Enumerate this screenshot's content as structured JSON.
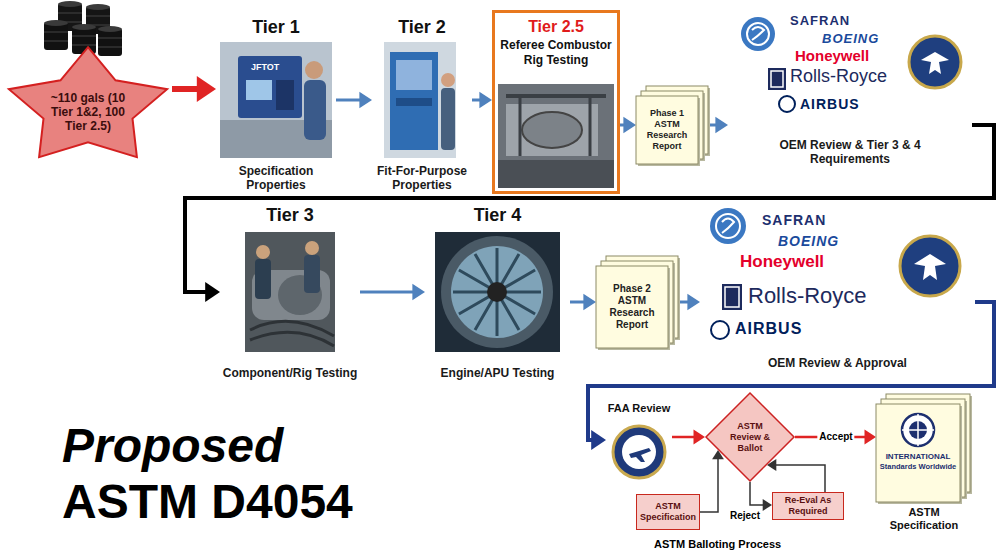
{
  "diagram": {
    "title": "Proposed ASTM D4054",
    "nodes": [
      {
        "text": [
          "~110 gals (10 Tier 1&2, 100 Tier 2.5)"
        ]
      },
      {
        "text": [
          "Tier 1",
          "Specification Properties"
        ]
      },
      {
        "text": [
          "Tier 2",
          "Fit-For-Purpose Properties"
        ]
      },
      {
        "text": [
          "Tier 2.5",
          "Referee Combustor Rig Testing"
        ]
      },
      {
        "text": [
          "Phase 1 ASTM Research Report"
        ]
      },
      {
        "text": [
          "OEM Review & Tier 3 & 4 Requirements"
        ]
      },
      {
        "text": [
          "Tier 3",
          "Component/Rig Testing"
        ]
      },
      {
        "text": [
          "Tier 4",
          "Engine/APU Testing"
        ]
      },
      {
        "text": [
          "Phase 2 ASTM Research Report"
        ]
      },
      {
        "text": [
          "OEM Review & Approval"
        ]
      },
      {
        "text": [
          "FAA Review"
        ]
      },
      {
        "text": [
          "ASTM Review & Ballot"
        ]
      },
      {
        "text": [
          "Re-Eval As Required"
        ]
      },
      {
        "text": [
          "ASTM Specification"
        ]
      },
      {
        "text": [
          "ASTM Specification"
        ]
      }
    ],
    "edges": [
      {
        "from": 0,
        "to": 1,
        "arrow": "to"
      },
      {
        "from": 1,
        "to": 2,
        "arrow": "to"
      },
      {
        "from": 2,
        "to": 3,
        "arrow": "to"
      },
      {
        "from": 3,
        "to": 4,
        "arrow": "to"
      },
      {
        "from": 4,
        "to": 5,
        "arrow": "to"
      },
      {
        "from": 5,
        "to": 6,
        "arrow": "to"
      },
      {
        "from": 6,
        "to": 7,
        "arrow": "to"
      },
      {
        "from": 7,
        "to": 8,
        "arrow": "to"
      },
      {
        "from": 8,
        "to": 9,
        "arrow": "to"
      },
      {
        "from": 9,
        "to": 10,
        "arrow": "to"
      },
      {
        "from": 10,
        "to": 11,
        "arrow": "to"
      },
      {
        "from": 11,
        "to": 14,
        "label": "Accept",
        "arrow": "to"
      },
      {
        "from": 11,
        "to": 12,
        "label": "Reject",
        "arrow": "to"
      },
      {
        "from": 12,
        "to": 11,
        "arrow": "to"
      },
      {
        "from": 13,
        "to": 11,
        "arrow": "to"
      }
    ],
    "labels": [
      "JFTOT",
      "SAFRAN",
      "BOEING",
      "Honeywell",
      "Rolls-Royce",
      "AIRBUS",
      "SAFRAN",
      "BOEING",
      "Honeywell",
      "Rolls-Royce",
      "AIRBUS",
      "ASTM Balloting Process",
      "INTERNATIONAL",
      "Standards Worldwide"
    ]
  }
}
